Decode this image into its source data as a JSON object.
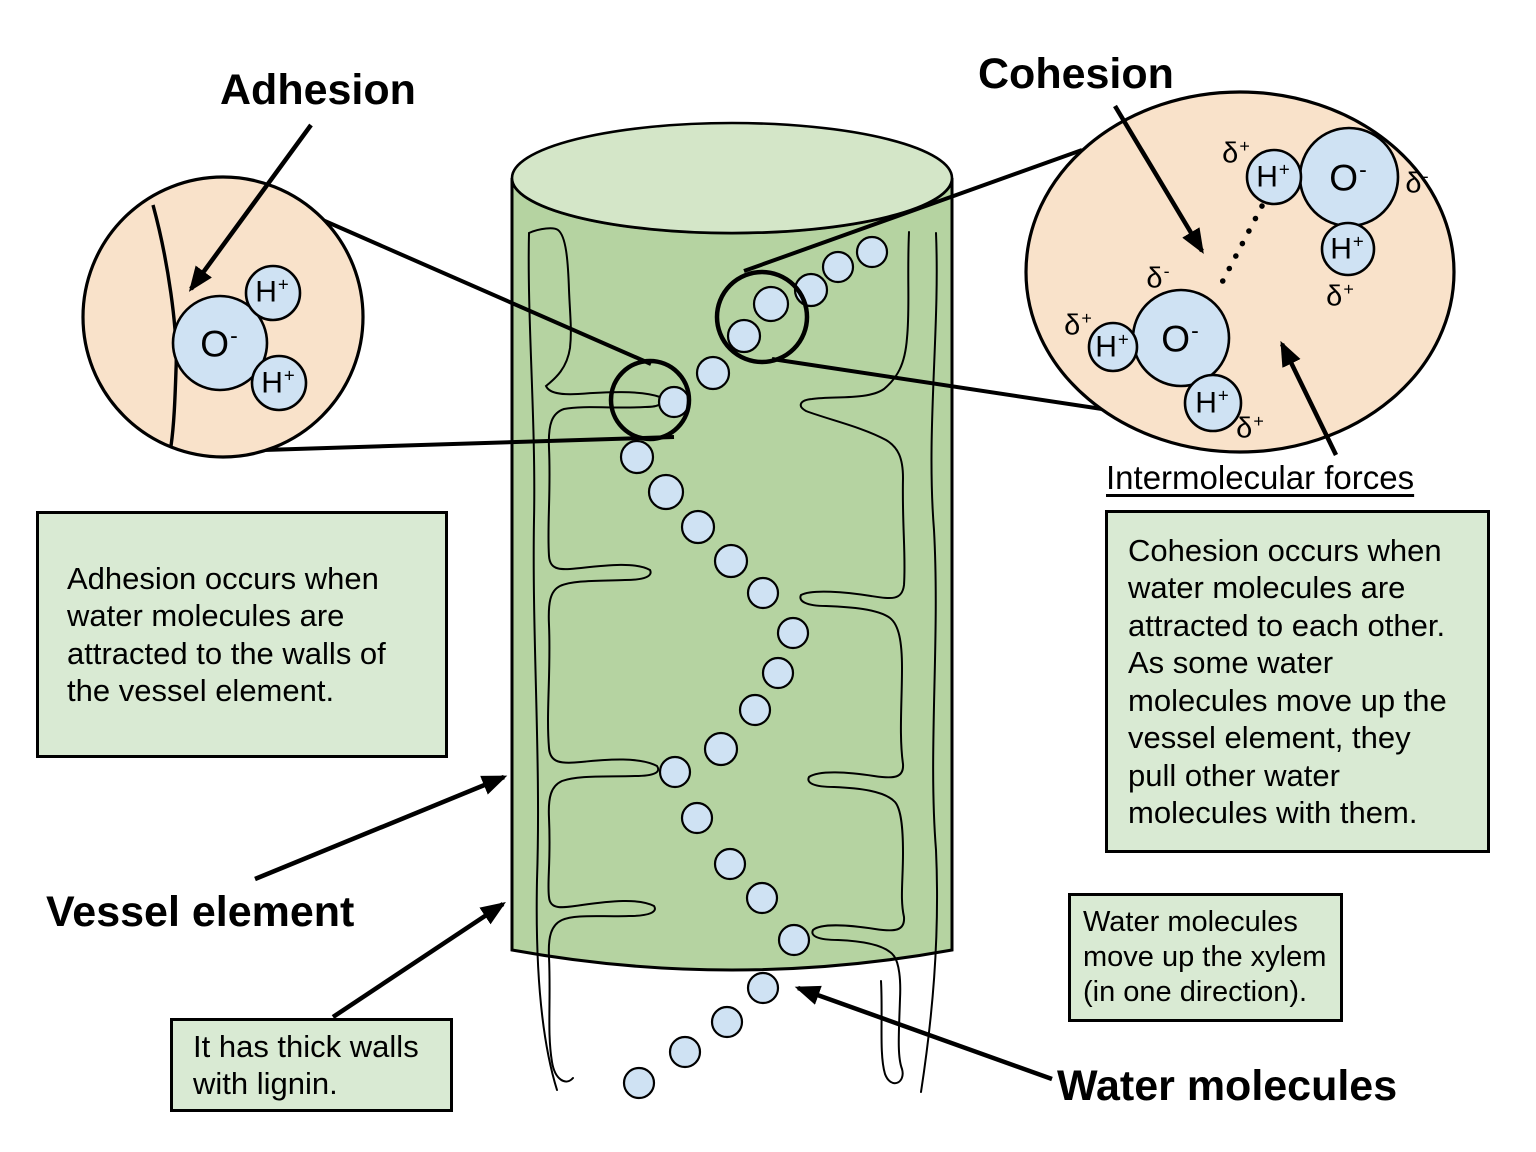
{
  "title_labels": {
    "adhesion": "Adhesion",
    "cohesion": "Cohesion",
    "vessel_element": "Vessel element",
    "water_molecules": "Water molecules",
    "intermolecular_forces": "Intermolecular forces"
  },
  "notes": {
    "adhesion": "Adhesion occurs when water molecules are attracted to the walls of the vessel element.",
    "cohesion": "Cohesion occurs when water molecules are attracted to each other. As some water molecules move up the vessel element, they pull other water molecules with them.",
    "xylem": "Water molecules move up the xylem (in one direction).",
    "lignin": "It has thick walls with lignin."
  },
  "atoms": {
    "adh_o": {
      "sym": "O",
      "charge": "-"
    },
    "adh_h_top": {
      "sym": "H",
      "charge": "+"
    },
    "adh_h_bot": {
      "sym": "H",
      "charge": "+"
    },
    "coh_top_h_left": {
      "sym": "H",
      "charge": "+"
    },
    "coh_top_o": {
      "sym": "O",
      "charge": "-"
    },
    "coh_top_h_bot": {
      "sym": "H",
      "charge": "+"
    },
    "coh_bot_o": {
      "sym": "O",
      "charge": "-"
    },
    "coh_bot_h_left": {
      "sym": "H",
      "charge": "+"
    },
    "coh_bot_h_bot": {
      "sym": "H",
      "charge": "+"
    }
  },
  "partial_charges": {
    "coh_top_d_left": {
      "sym": "δ",
      "charge": "+"
    },
    "coh_top_d_right": {
      "sym": "δ",
      "charge": "-"
    },
    "coh_top_d_bot": {
      "sym": "δ",
      "charge": "+"
    },
    "coh_bot_d_top": {
      "sym": "δ",
      "charge": "-"
    },
    "coh_bot_d_left": {
      "sym": "δ",
      "charge": "+"
    },
    "coh_bot_d_bot": {
      "sym": "δ",
      "charge": "+"
    }
  },
  "colors": {
    "peach": "#f9e2ca",
    "cylinder_body": "#b5d3a1",
    "cylinder_top": "#d4e6c8",
    "molecule_blue": "#cfe2f3",
    "note_bg": "#d9ead3",
    "ink": "#000000"
  }
}
